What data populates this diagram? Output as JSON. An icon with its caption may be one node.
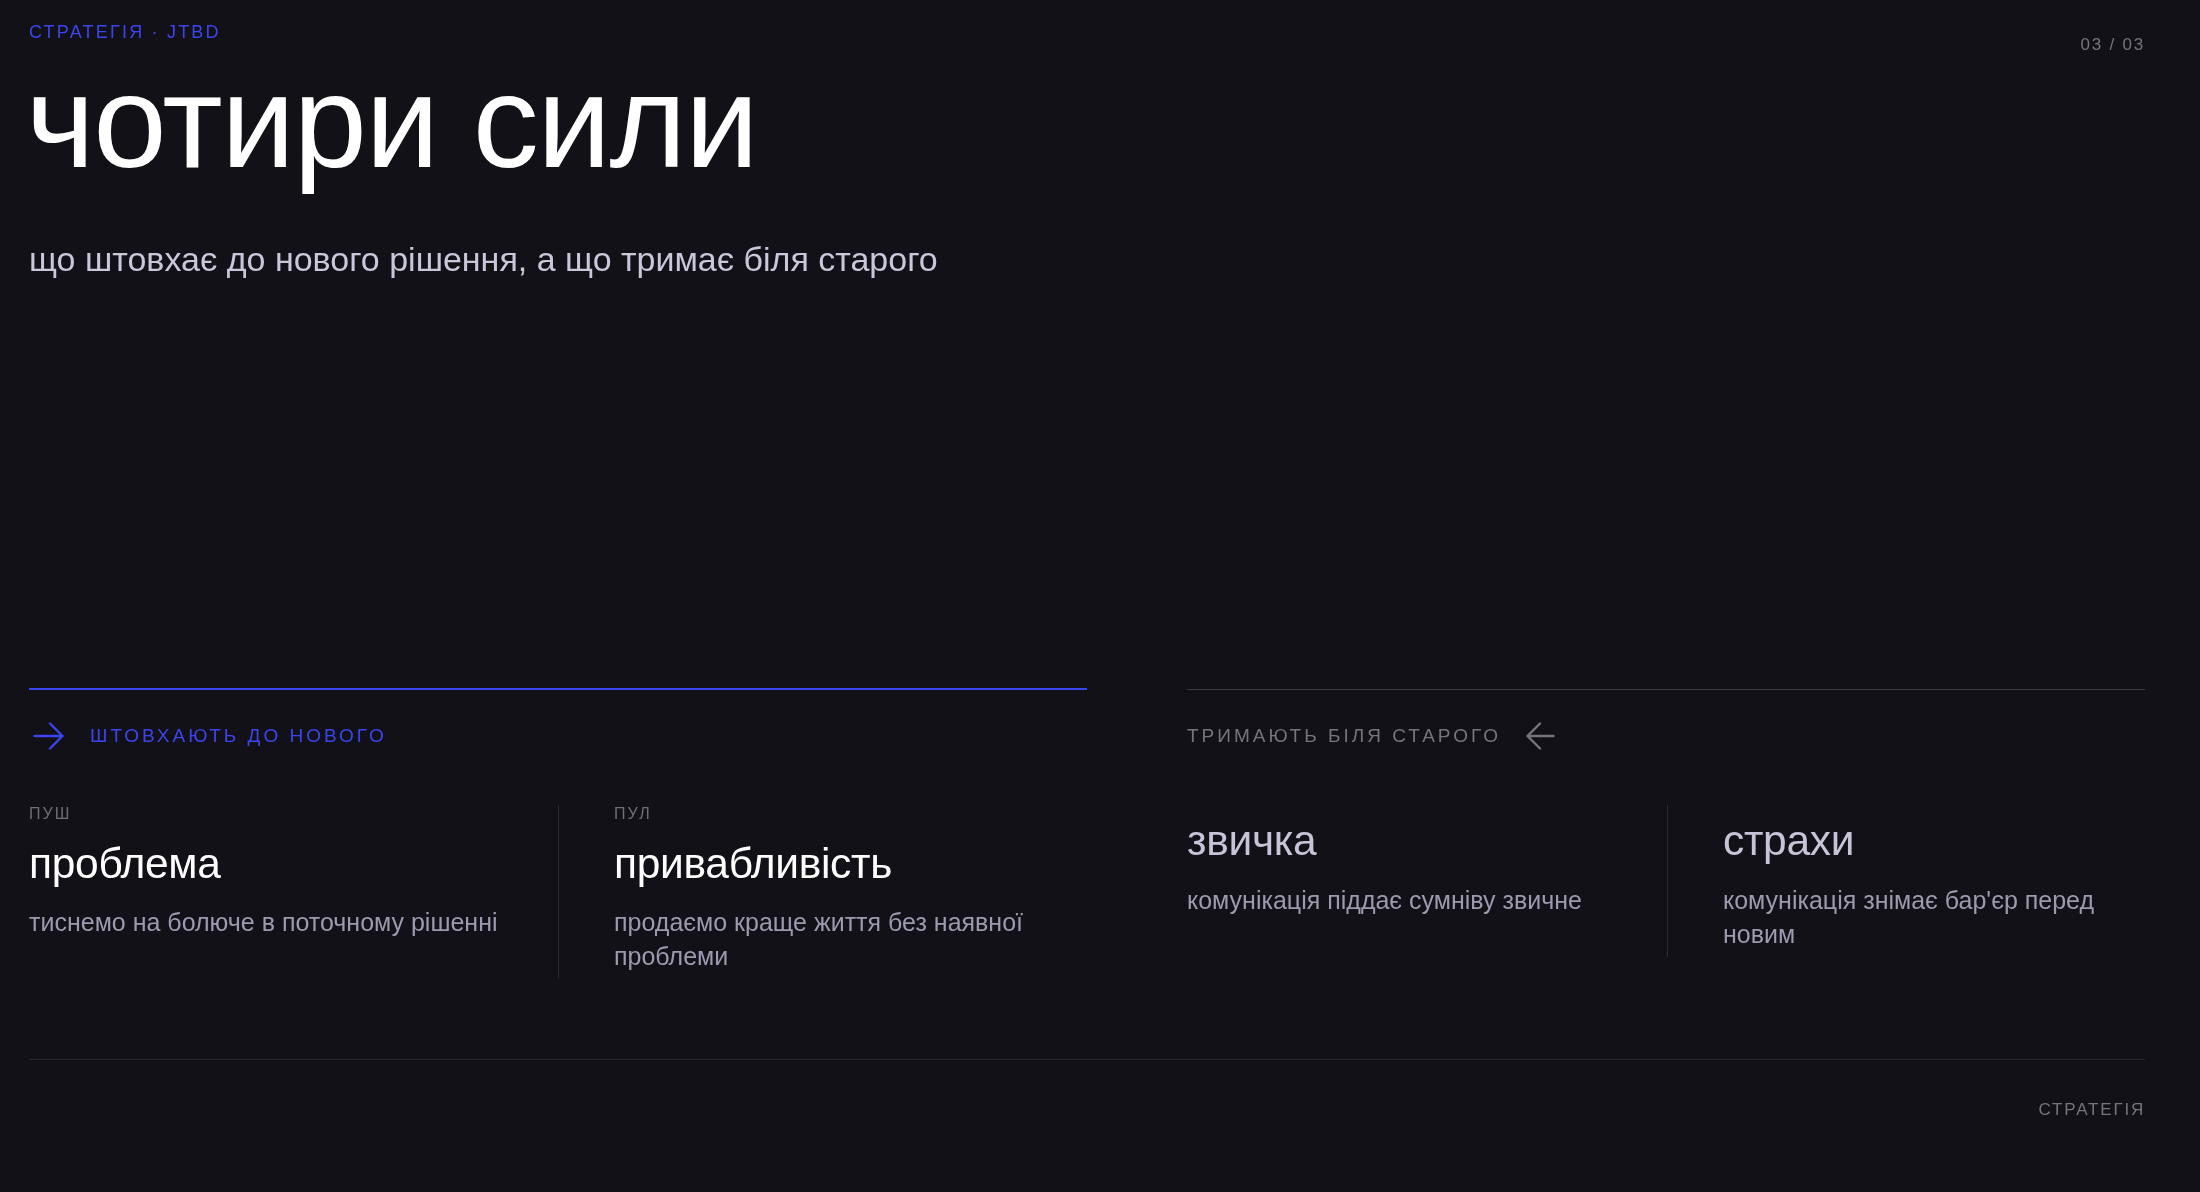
{
  "diagram": {
    "title": "чотири сили",
    "labels": [
      "СТРАТЕГІЯ · JTBD",
      "03 / 03",
      "що штовхає до нового рішення, а що тримає біля старого",
      "ШТОВХАЮТЬ ДО НОВОГО",
      "ПУШ",
      "проблема",
      "тиснемо на болюче в поточному рішенні",
      "ПУЛ",
      "привабливість",
      "продаємо краще життя без наявної проблеми",
      "ТРИМАЮТЬ БІЛЯ СТАРОГО",
      "звичка",
      "комунікація піддає сумніву звичне",
      "страхи",
      "комунікація знімає бар'єр перед новим",
      "СТРАТЕГІЯ"
    ]
  }
}
